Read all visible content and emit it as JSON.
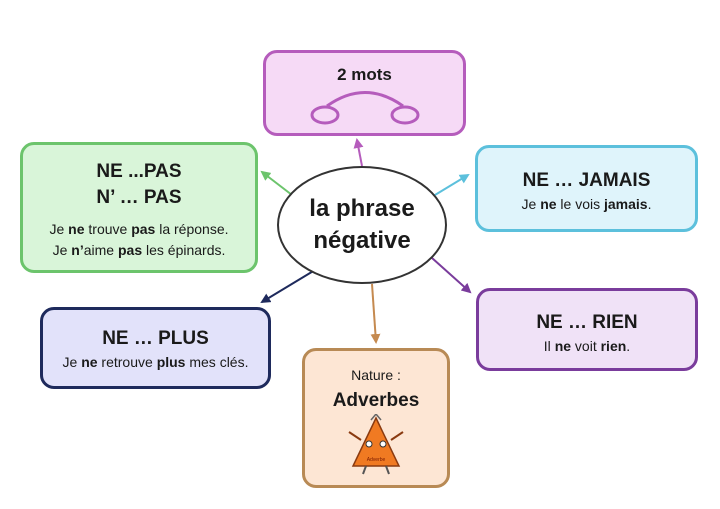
{
  "center": {
    "line1": "la phrase",
    "line2": "négative"
  },
  "two_words": {
    "title": "2 mots"
  },
  "ne_pas": {
    "title1": "NE ...PAS",
    "title2": "N’ … PAS",
    "ex1": [
      "Je ",
      "ne",
      " trouve ",
      "pas",
      " la réponse."
    ],
    "ex2": [
      "Je ",
      "n’",
      "aime ",
      "pas",
      " les épinards."
    ]
  },
  "ne_jamais": {
    "title": "NE … JAMAIS",
    "ex": [
      "Je ",
      "ne",
      " le vois ",
      "jamais",
      "."
    ]
  },
  "ne_plus": {
    "title": "NE … PLUS",
    "ex": [
      "Je ",
      "ne",
      " retrouve ",
      "plus",
      " mes clés."
    ]
  },
  "ne_rien": {
    "title": "NE … RIEN",
    "ex": [
      "Il ",
      "ne",
      " voit ",
      "rien",
      "."
    ]
  },
  "nature": {
    "label": "Nature :",
    "value": "Adverbes",
    "mascot_text": "Adverbe"
  },
  "colors": {
    "pink": "#f6daf6",
    "green": "#d9f5d9",
    "cyan": "#dff4fb",
    "blue": "#e2e2fa",
    "purple": "#f0e2f7",
    "orange": "#fde6d4"
  }
}
